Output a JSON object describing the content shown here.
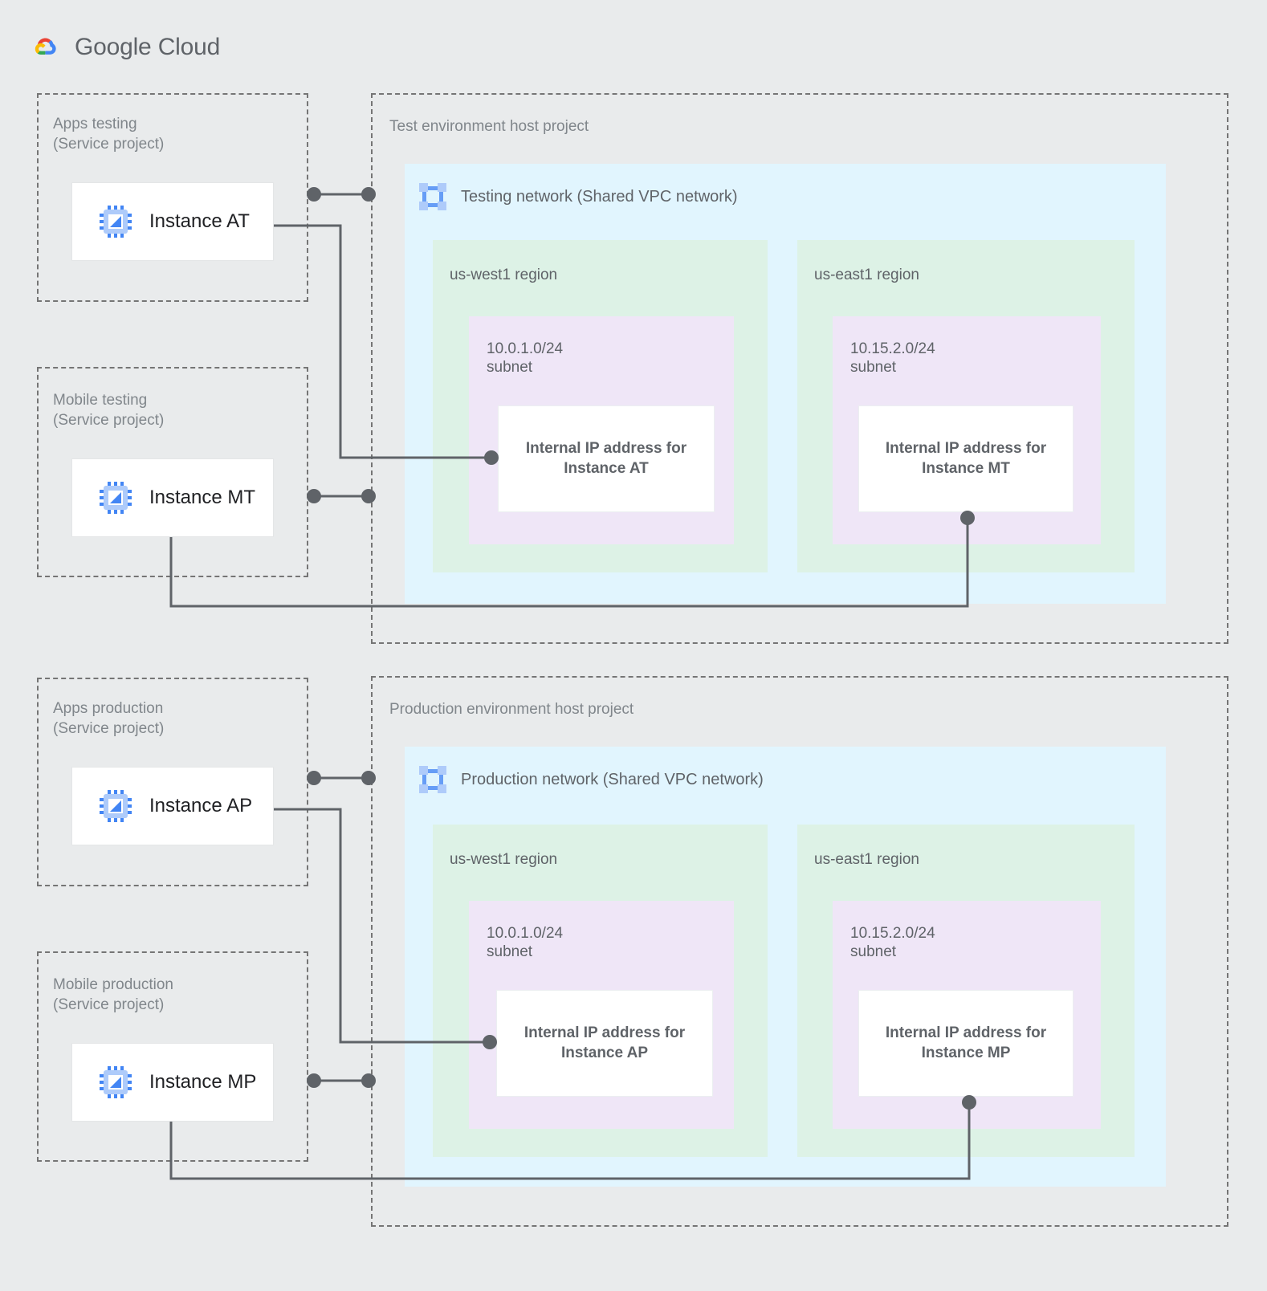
{
  "brand": {
    "name_bold": "Google",
    "name_light": "Cloud",
    "logo_icon": "google-cloud-logo"
  },
  "colors": {
    "page_bg": "#e9ebec",
    "vpc_bg": "#e1f5fe",
    "region_bg": "#ddf2e6",
    "subnet_bg": "#efe6f7",
    "card_bg": "#ffffff",
    "dashed_border": "#757575",
    "connector": "#5f6368",
    "label_text": "#80868b",
    "body_text": "#5f6368",
    "instance_text": "#202124",
    "vm_icon_blue": "#4285f4",
    "vm_icon_light": "#aecbfa"
  },
  "service_projects": [
    {
      "id": "apps-testing",
      "label": "Apps testing\n(Service project)",
      "instance": {
        "name": "Instance AT",
        "icon": "vm-instance-icon"
      }
    },
    {
      "id": "mobile-testing",
      "label": "Mobile testing\n(Service project)",
      "instance": {
        "name": "Instance MT",
        "icon": "vm-instance-icon"
      }
    },
    {
      "id": "apps-production",
      "label": "Apps production\n(Service project)",
      "instance": {
        "name": "Instance AP",
        "icon": "vm-instance-icon"
      }
    },
    {
      "id": "mobile-production",
      "label": "Mobile production\n(Service project)",
      "instance": {
        "name": "Instance MP",
        "icon": "vm-instance-icon"
      }
    }
  ],
  "host_projects": [
    {
      "id": "test-host",
      "label": "Test environment host project",
      "network": {
        "title": "Testing network (Shared VPC network)",
        "icon": "vpc-network-icon"
      },
      "regions": [
        {
          "id": "test-us-west1",
          "label": "us-west1 region",
          "subnet": {
            "label": "10.0.1.0/24\nsubnet",
            "ip": "Internal IP address for\nInstance AT"
          }
        },
        {
          "id": "test-us-east1",
          "label": "us-east1 region",
          "subnet": {
            "label": "10.15.2.0/24\nsubnet",
            "ip": "Internal IP address for\nInstance MT"
          }
        }
      ]
    },
    {
      "id": "prod-host",
      "label": "Production environment host project",
      "network": {
        "title": "Production network (Shared VPC network)",
        "icon": "vpc-network-icon"
      },
      "regions": [
        {
          "id": "prod-us-west1",
          "label": "us-west1 region",
          "subnet": {
            "label": "10.0.1.0/24\nsubnet",
            "ip": "Internal IP address for\nInstance AP"
          }
        },
        {
          "id": "prod-us-east1",
          "label": "us-east1 region",
          "subnet": {
            "label": "10.15.2.0/24\nsubnet",
            "ip": "Internal IP address for\nInstance MP"
          }
        }
      ]
    }
  ]
}
